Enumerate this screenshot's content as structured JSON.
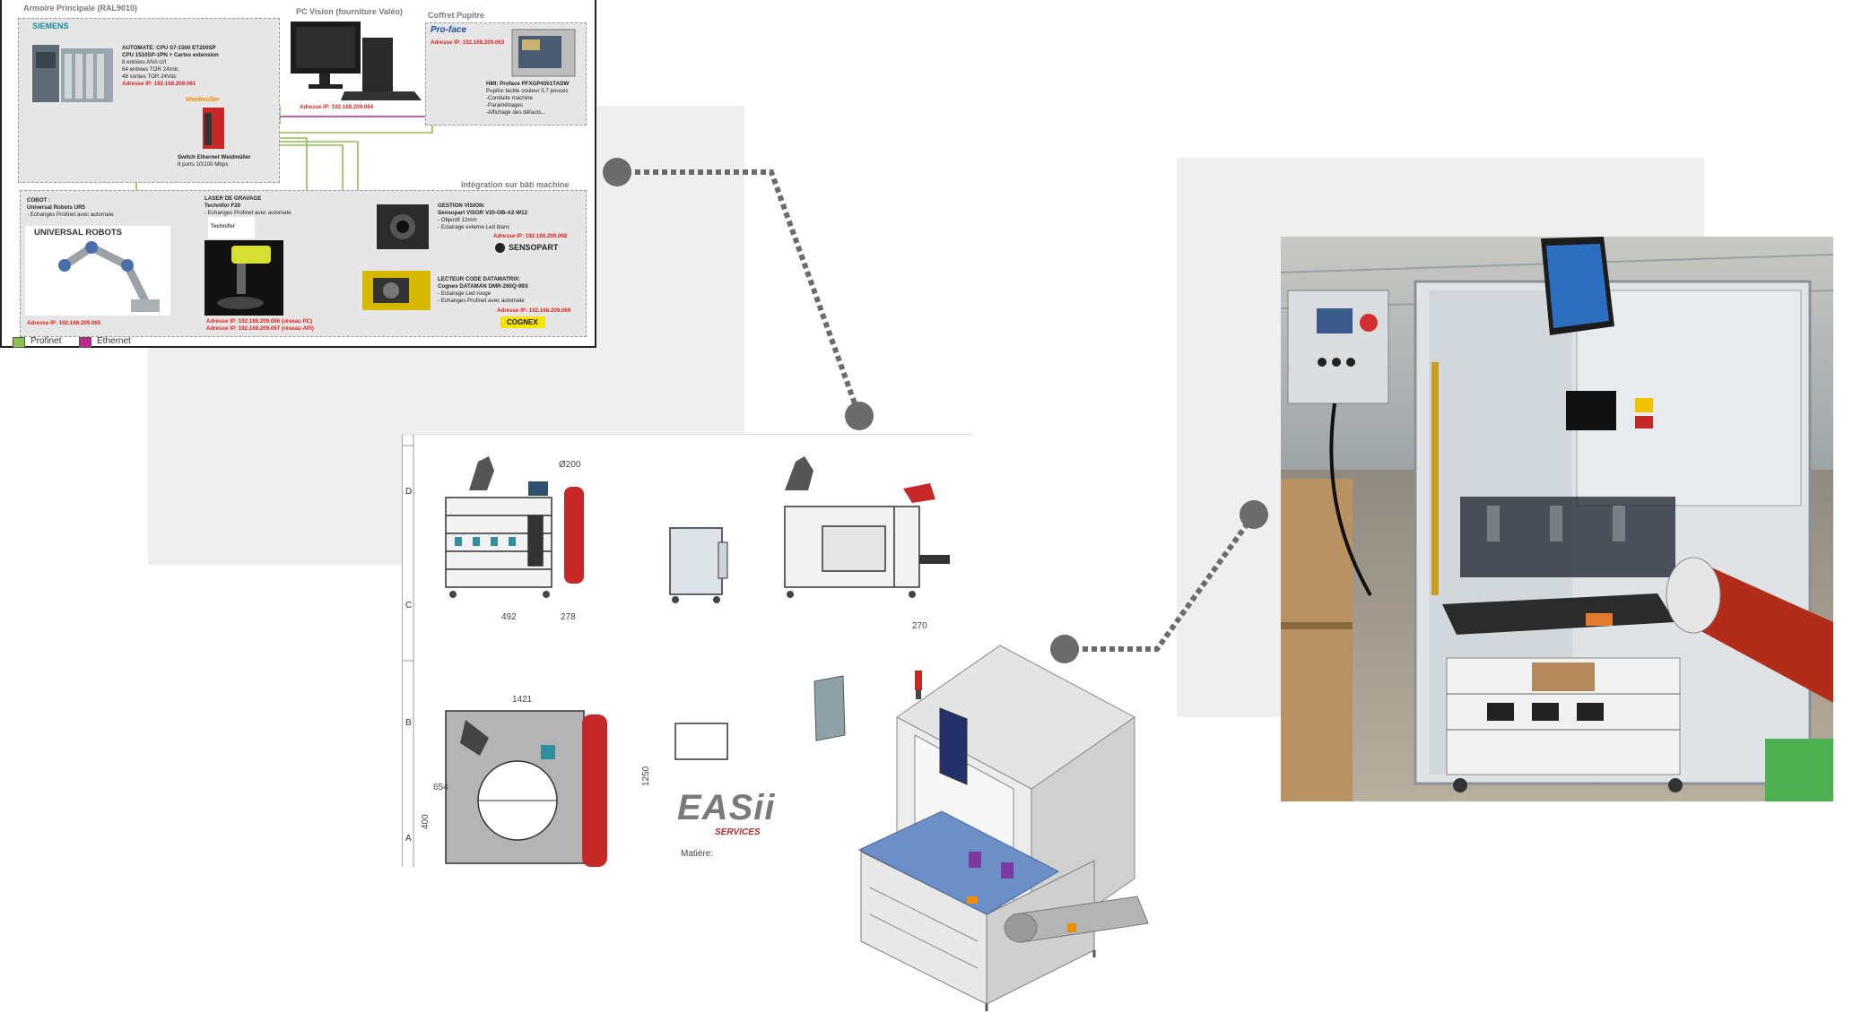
{
  "network": {
    "zone_main": "Armoire Principale (RAL9010)",
    "zone_pc": "PC Vision (fourniture Valéo)",
    "zone_desk": "Coffret Pupitre",
    "zone_machine": "Intégration sur bâti machine",
    "siemens": {
      "brand": "SIEMENS",
      "lines": [
        "AUTOMATE: CPU S7-1500 ET200SP",
        "CPU 1510SP-1PN + Cartes extension",
        "8 entrées ANA U/I",
        "64 entrées TOR 24Vdc",
        "48 sorties TOR 24Vdc"
      ],
      "ip": "Adresse IP: 192.168.209.061"
    },
    "pc_ip": "Adresse IP: 192.168.209.064",
    "switch": {
      "brand": "Weidmüller",
      "lines": [
        "Switch Ethernet Weidmüller",
        "8 ports 10/100 Mbps"
      ]
    },
    "proface": {
      "brand": "Pro-face",
      "ip": "Adresse IP: 192.168.209.063",
      "lines": [
        "HMI: Proface PFXGP4301TADW",
        "Pupitre tactile couleur 5.7 pouces",
        "-Conduite machine",
        "-Paramétrages",
        "-Affichage des défauts..."
      ]
    },
    "cobot": {
      "lines": [
        "COBOT :",
        "Universal Robots UR5",
        "- Echanges Profinet avec automate"
      ],
      "brand": "UNIVERSAL ROBOTS",
      "ip": "Adresse IP: 192.168.209.065"
    },
    "laser": {
      "lines": [
        "LASER DE GRAVAGE",
        "Technifor F20",
        "- Echanges Profinet avec automate"
      ],
      "brand": "Technifor",
      "ip1": "Adresse IP: 192.168.209.066 (réseau PC)",
      "ip2": "Adresse IP: 192.168.209.067 (réseau API)"
    },
    "vision": {
      "lines": [
        "GESTION VISION:",
        "Sensopart VISOR V20-OB-A2-W12",
        "- Objectif 12mm",
        "- Eclairage externe Led blanc"
      ],
      "ip": "Adresse IP: 192.168.209.068",
      "brand": "SENSOPART"
    },
    "datamatrix": {
      "lines": [
        "LECTEUR CODE DATAMATRIX:",
        "Cognex DATAMAN DMR-260Q-99X",
        "- Eclairage Led rouge",
        "- Echanges Profinet avec automate"
      ],
      "ip": "Adresse IP: 192.168.209.069",
      "brand": "COGNEX"
    },
    "legend": [
      {
        "label": "Profinet",
        "color": "#8bc34a"
      },
      {
        "label": "Ethernet",
        "color": "#c2268c"
      }
    ]
  },
  "sheet": {
    "rows": [
      "D",
      "C",
      "B",
      "A"
    ],
    "dims": [
      "Ø200",
      "492",
      "278",
      "270",
      "1421",
      "1250",
      "654",
      "400"
    ],
    "logo": "EASii",
    "logo_sub": "SERVICES",
    "matiere_label": "Matière:"
  },
  "colors": {
    "connector": "#6b6b6b",
    "zone_bg": "#e6e6e6",
    "profinet": "#8bc34a",
    "ethernet": "#c2268c",
    "ip_red": "#e02020",
    "backdrop": "#efefef"
  }
}
